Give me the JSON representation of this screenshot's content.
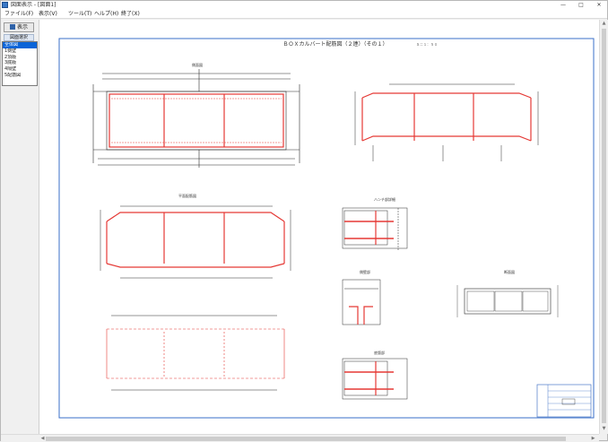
{
  "window": {
    "title": "図面表示 - [図面1]",
    "minimize": "—",
    "maximize": "□",
    "close": "✕"
  },
  "menu": [
    "ファイル(F)",
    "表示(V)",
    "ツール(T)",
    "ヘルプ(H)",
    "終了(X)"
  ],
  "toolbar": {
    "view_button_label": "表示"
  },
  "panel": {
    "label": "図面選択"
  },
  "drawing_list": {
    "items": [
      "全体図",
      "1側壁",
      "2頂版",
      "3底版",
      "4隔壁",
      "5配筋図"
    ],
    "selected_index": 0
  },
  "drawing": {
    "title": "ＢＯＸカルバート配筋図（２連）（その１）",
    "subtitle": "Ｓ＝１：５０",
    "views": {
      "general": "側面図",
      "arrangement": "平面配筋図",
      "corner_detail": "ハンチ部詳細",
      "wall_detail": "側壁部",
      "bottom_detail": "底版部",
      "section_small": "断面図"
    }
  },
  "colors": {
    "accent": "#e53935",
    "line": "#2a2a2a",
    "border": "#3a6fc9",
    "title_block": "#4a78c8"
  },
  "icons": {
    "app": "app-icon",
    "view": "view-icon",
    "scroll_left": "arrow-left-icon",
    "scroll_right": "arrow-right-icon",
    "scroll_up": "arrow-up-icon",
    "scroll_down": "arrow-down-icon"
  }
}
